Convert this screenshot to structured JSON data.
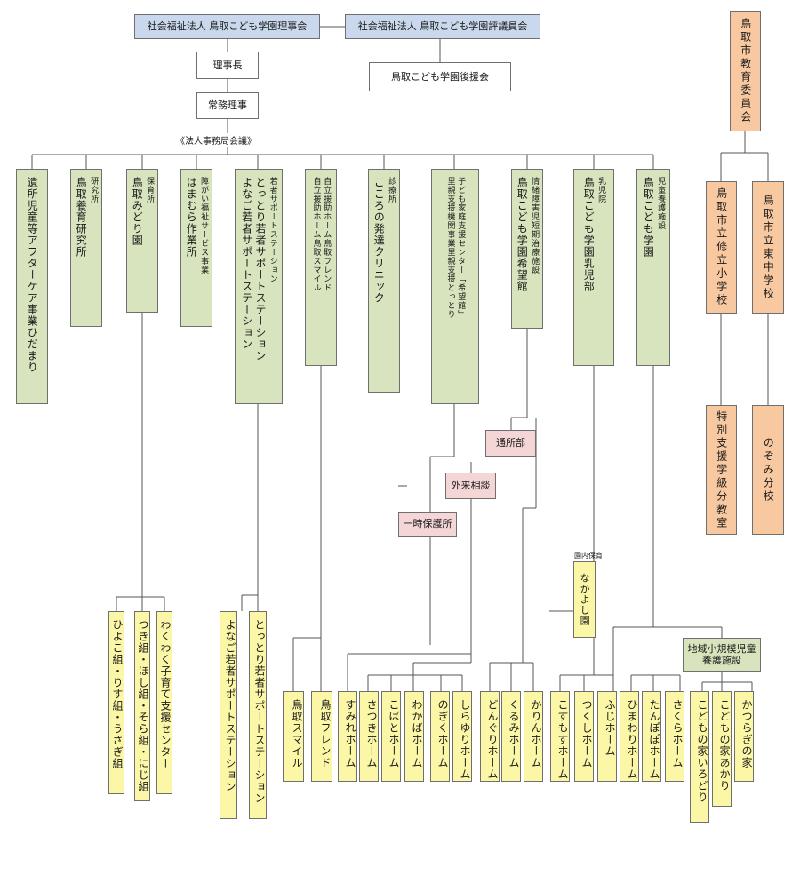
{
  "top": {
    "board": "社会福祉法人 鳥取こども学園理事会",
    "council": "社会福祉法人 鳥取こども学園評議員会",
    "chairman": "理事長",
    "support_assoc": "鳥取こども学園後援会",
    "exec_director": "常務理事",
    "office_meeting": "《法人事務局会議》"
  },
  "divisions": [
    {
      "small": "",
      "big": "遺所児童等アフターケア事業ひだまり"
    },
    {
      "small": "研究所",
      "big": "鳥取養育研究所"
    },
    {
      "small": "保育所",
      "big": "鳥取みどり園"
    },
    {
      "small": "障がい福祉サービス事業",
      "big": "はまむら作業所"
    },
    {
      "small": "若者サポートステーション",
      "big1": "とっとり若者サポートステーション",
      "big2": "よなご若者サポートステーション"
    },
    {
      "small": "自立援助ホーム鳥取フレンド",
      "small2": "自立援助ホーム鳥取スマイル"
    },
    {
      "small": "診療所",
      "big": "こころの発達クリニック"
    },
    {
      "small": "子ども家庭支援センター「希望館」",
      "small2": "里親支援機関事業里親支援とっとり"
    },
    {
      "small": "情緒障害児短期治療施設",
      "big": "鳥取こども学園希望館"
    },
    {
      "small": "乳児院",
      "big": "鳥取こども学園乳児部"
    },
    {
      "small": "児童養護施設",
      "big": "鳥取こども学園"
    }
  ],
  "education": {
    "board": "鳥取市教育委員会",
    "schools": [
      "鳥取市立修立小学校",
      "鳥取市立東中学校"
    ],
    "branches": [
      "特別支援学級分教室",
      "のぞみ分校"
    ]
  },
  "services": {
    "day": "通所部",
    "outpatient": "外来相談",
    "temporary": "一時保護所"
  },
  "nursery": {
    "label_small": "園内保育",
    "name": "なかよし園"
  },
  "small_scale": "地域小規模児童養護施設",
  "units": {
    "midori": [
      "ひよこ組・りす組・うさぎ組",
      "つき組・ほし組・そら組・にじ組",
      "わくわく子育て支援センター"
    ],
    "wakamono": [
      "よなご若者サポートステーション",
      "とっとり若者サポートステーション"
    ],
    "jiritsu": [
      "鳥取スマイル",
      "鳥取フレンド"
    ],
    "kibou": [
      "すみれホーム",
      "さつきホーム",
      "こばとホーム",
      "わかばホーム",
      "のぎくホーム",
      "しらゆりホーム"
    ],
    "nyuji": [
      "どんぐりホーム",
      "くるみホーム",
      "かりんホーム"
    ],
    "gakuen": [
      "こすもすホーム",
      "つくしホーム",
      "ふじホーム",
      "ひまわりホーム",
      "たんぽぽホーム",
      "さくらホーム"
    ],
    "chiiki": [
      "こどもの家いろどり",
      "こどもの家あかり",
      "かつらぎの家"
    ]
  }
}
